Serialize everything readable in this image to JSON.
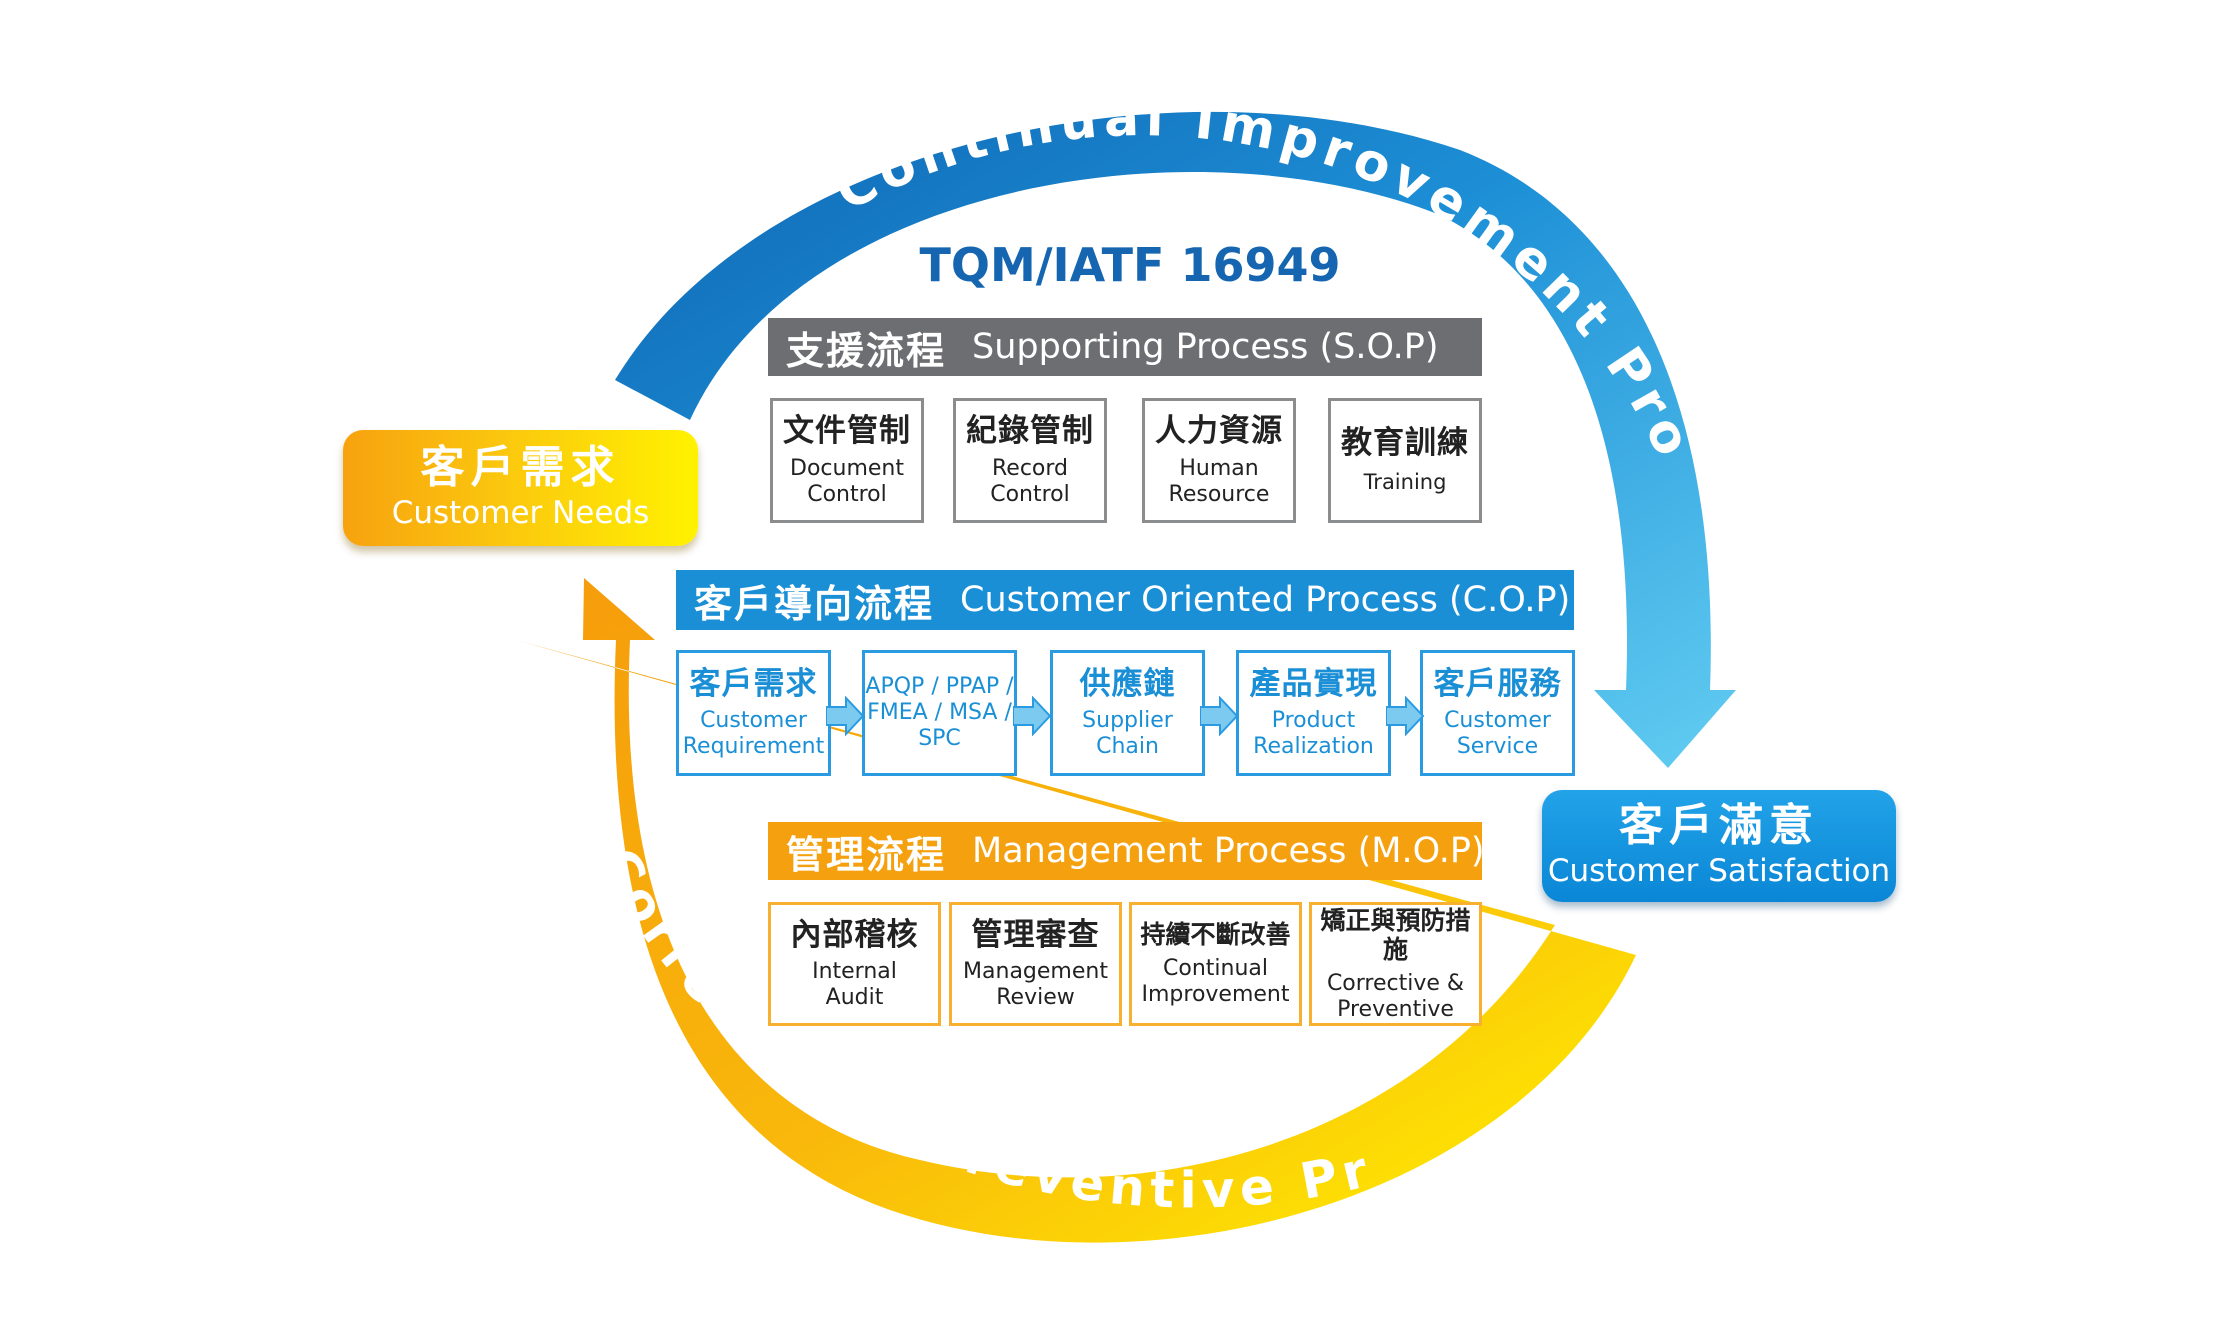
{
  "title": "TQM/IATF 16949",
  "cycle": {
    "top_arc_label": "Continual Improvement Process",
    "bottom_arc_label": "Corrective & Preventive Process"
  },
  "customer_needs": {
    "zh": "客戶需求",
    "en": "Customer Needs"
  },
  "customer_satisfaction": {
    "zh": "客戶滿意",
    "en": "Customer Satisfaction"
  },
  "supporting_process": {
    "header_zh": "支援流程",
    "header_en": "Supporting Process (S.O.P)",
    "items": [
      {
        "zh": "文件管制",
        "en_1": "Document",
        "en_2": "Control"
      },
      {
        "zh": "紀錄管制",
        "en_1": "Record",
        "en_2": "Control"
      },
      {
        "zh": "人力資源",
        "en_1": "Human",
        "en_2": "Resource"
      },
      {
        "zh": "教育訓練",
        "en_1": "Training"
      }
    ]
  },
  "customer_oriented_process": {
    "header_zh": "客戶導向流程",
    "header_en": "Customer Oriented Process (C.O.P)",
    "items": [
      {
        "zh": "客戶需求",
        "en_1": "Customer",
        "en_2": "Requirement"
      },
      {
        "en_1": "APQP / PPAP /",
        "en_2": "FMEA / MSA /",
        "en_3": "SPC"
      },
      {
        "zh": "供應鏈",
        "en_1": "Supplier",
        "en_2": "Chain"
      },
      {
        "zh": "產品實現",
        "en_1": "Product",
        "en_2": "Realization"
      },
      {
        "zh": "客戶服務",
        "en_1": "Customer",
        "en_2": "Service"
      }
    ]
  },
  "management_process": {
    "header_zh": "管理流程",
    "header_en": "Management Process (M.O.P)",
    "items": [
      {
        "zh": "內部稽核",
        "en_1": "Internal",
        "en_2": "Audit"
      },
      {
        "zh": "管理審查",
        "en_1": "Management",
        "en_2": "Review"
      },
      {
        "zh": "持續不斷改善",
        "en_1": "Continual",
        "en_2": "Improvement"
      },
      {
        "zh": "矯正與預防措施",
        "en_1": "Corrective &",
        "en_2": "Preventive"
      }
    ]
  },
  "colors": {
    "blue_dark": "#1565b0",
    "blue_light": "#5fcbf0",
    "orange": "#f6a00c",
    "yellow": "#fff200",
    "gray": "#6d6e71"
  }
}
